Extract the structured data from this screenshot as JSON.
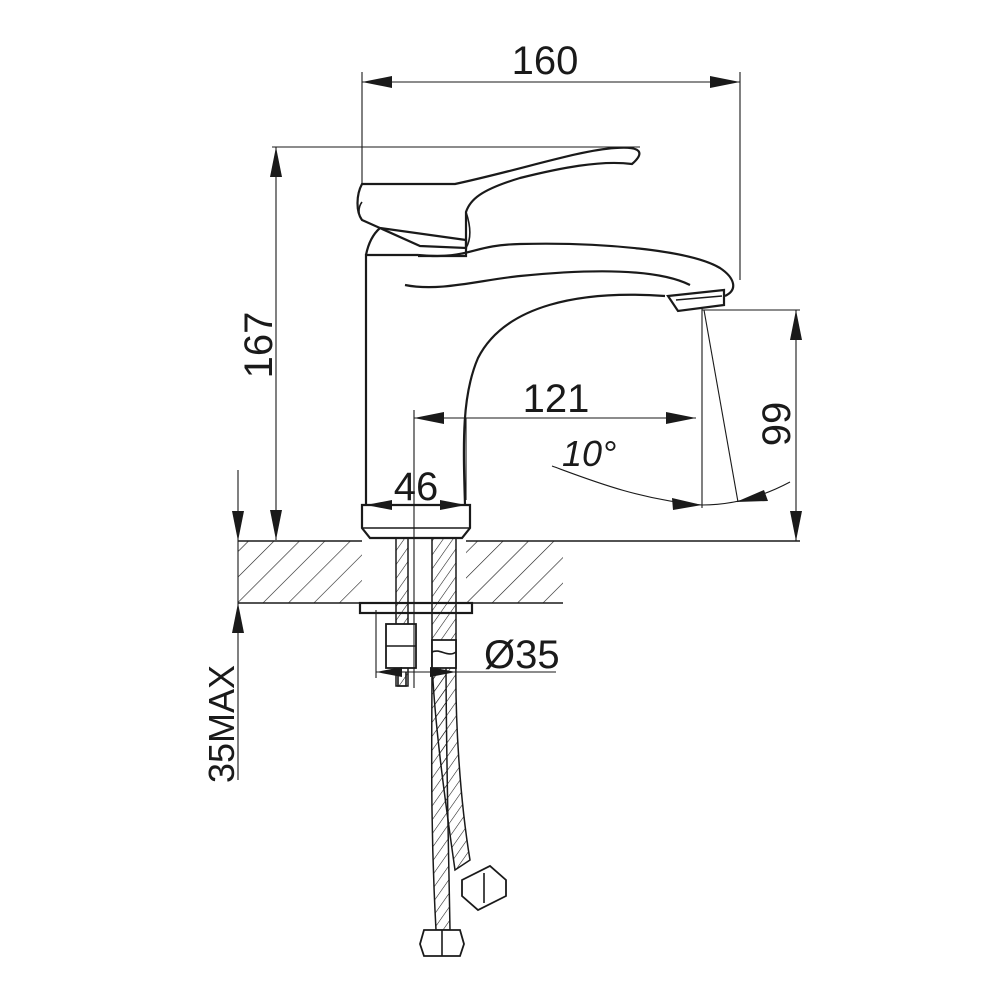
{
  "dimensions": {
    "width_total": "160",
    "height_total": "167",
    "spout_reach": "121",
    "spout_height": "99",
    "base_width": "46",
    "hole_diameter": "Ø35",
    "counter_thickness": "35MAX",
    "angle": "10°"
  },
  "colors": {
    "line": "#1a1a1a",
    "background": "#ffffff"
  }
}
